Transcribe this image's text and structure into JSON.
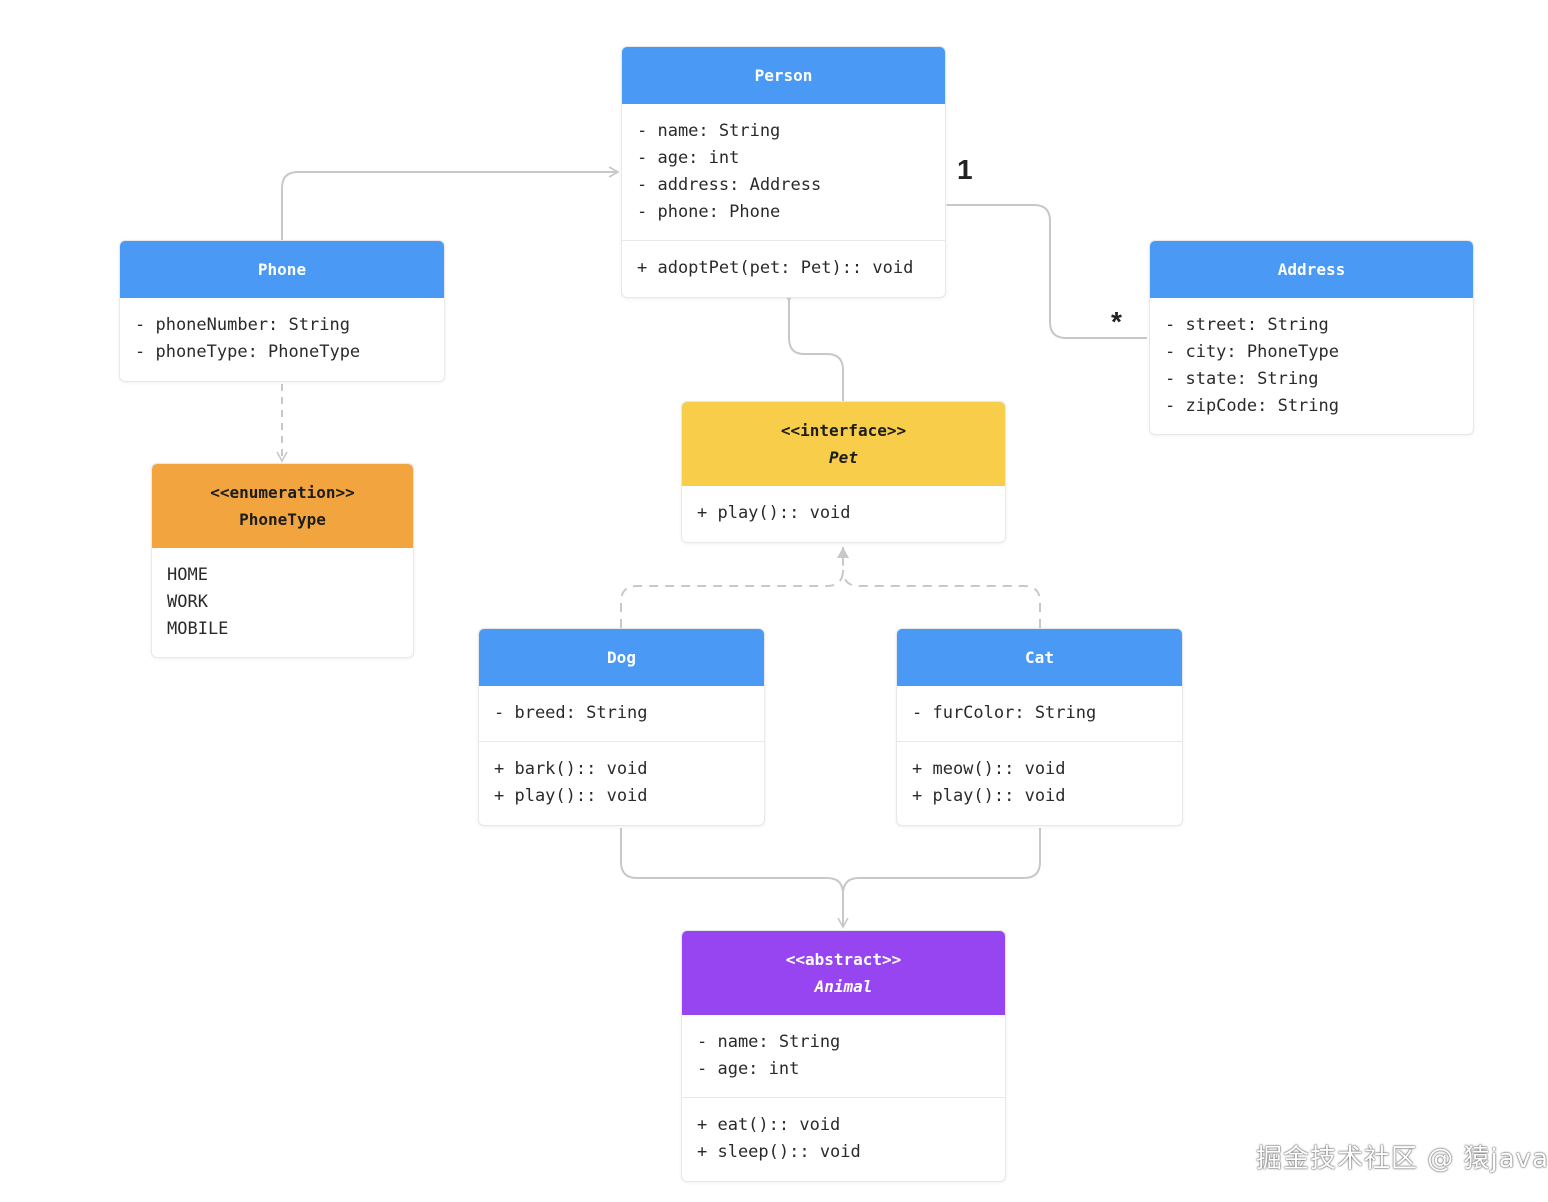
{
  "colors": {
    "class_header": "#4a9af5",
    "interface_header": "#f7cd4a",
    "enum_header": "#f2a53e",
    "abstract_header": "#9645f0",
    "connector": "#c8c8c8"
  },
  "classes": {
    "person": {
      "name": "Person",
      "attributes": [
        "- name: String",
        "- age: int",
        "- address: Address",
        "- phone: Phone"
      ],
      "methods": [
        "+ adoptPet(pet: Pet):: void"
      ]
    },
    "phone": {
      "name": "Phone",
      "attributes": [
        "- phoneNumber: String",
        "- phoneType: PhoneType"
      ]
    },
    "address": {
      "name": "Address",
      "attributes": [
        "- street: String",
        "- city: PhoneType",
        "- state: String",
        "- zipCode: String"
      ]
    },
    "phone_type": {
      "stereotype": "<<enumeration>>",
      "name": "PhoneType",
      "values": [
        "HOME",
        "WORK",
        "MOBILE"
      ]
    },
    "pet": {
      "stereotype": "<<interface>>",
      "name": "Pet",
      "methods": [
        "+ play():: void"
      ]
    },
    "dog": {
      "name": "Dog",
      "attributes": [
        "- breed: String"
      ],
      "methods": [
        "+ bark():: void",
        "+ play():: void"
      ]
    },
    "cat": {
      "name": "Cat",
      "attributes": [
        "- furColor: String"
      ],
      "methods": [
        "+ meow():: void",
        "+ play():: void"
      ]
    },
    "animal": {
      "stereotype": "<<abstract>>",
      "name": "Animal",
      "attributes": [
        "- name: String",
        "- age: int"
      ],
      "methods": [
        "+ eat():: void",
        "+ sleep():: void"
      ]
    }
  },
  "multiplicity": {
    "person_side": "1",
    "address_side": "*"
  },
  "watermark": "掘金技术社区 @ 猿java"
}
